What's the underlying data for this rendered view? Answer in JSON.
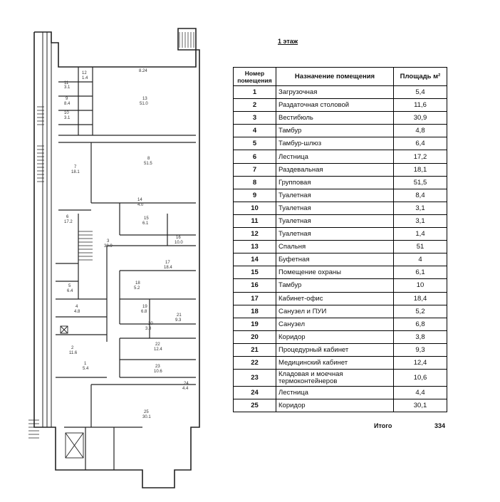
{
  "floor_title": "1 этаж",
  "table": {
    "headers": {
      "number": "Номер помещения",
      "purpose": "Назначение помещения",
      "area": "Площадь м²"
    },
    "rows": [
      {
        "num": "1",
        "name": "Загрузочная",
        "area": "5,4"
      },
      {
        "num": "2",
        "name": "Раздаточная столовой",
        "area": "11,6"
      },
      {
        "num": "3",
        "name": "Вестибюль",
        "area": "30,9"
      },
      {
        "num": "4",
        "name": "Тамбур",
        "area": "4,8"
      },
      {
        "num": "5",
        "name": "Тамбур-шлюз",
        "area": "6,4"
      },
      {
        "num": "6",
        "name": "Лестница",
        "area": "17,2"
      },
      {
        "num": "7",
        "name": "Раздевальная",
        "area": "18,1"
      },
      {
        "num": "8",
        "name": "Групповая",
        "area": "51,5"
      },
      {
        "num": "9",
        "name": "Туалетная",
        "area": "8,4"
      },
      {
        "num": "10",
        "name": "Туалетная",
        "area": "3,1"
      },
      {
        "num": "11",
        "name": "Туалетная",
        "area": "3,1"
      },
      {
        "num": "12",
        "name": "Туалетная",
        "area": "1,4"
      },
      {
        "num": "13",
        "name": "Спальня",
        "area": "51"
      },
      {
        "num": "14",
        "name": "Буфетная",
        "area": "4"
      },
      {
        "num": "15",
        "name": "Помещение охраны",
        "area": "6,1"
      },
      {
        "num": "16",
        "name": "Тамбур",
        "area": "10"
      },
      {
        "num": "17",
        "name": "Кабинет-офис",
        "area": "18,4"
      },
      {
        "num": "18",
        "name": "Санузел и ПУИ",
        "area": "5,2"
      },
      {
        "num": "19",
        "name": "Санузел",
        "area": "6,8"
      },
      {
        "num": "20",
        "name": "Коридор",
        "area": "3,8"
      },
      {
        "num": "21",
        "name": "Процедурный кабинет",
        "area": "9,3"
      },
      {
        "num": "22",
        "name": "Медицинский кабинет",
        "area": "12,4"
      },
      {
        "num": "23",
        "name": "Кладовая и моечная термоконтейнеров",
        "area": "10,6"
      },
      {
        "num": "24",
        "name": "Лестница",
        "area": "4,4"
      },
      {
        "num": "25",
        "name": "Коридор",
        "area": "30,1"
      }
    ]
  },
  "total": {
    "label": "Итого",
    "value": "334"
  },
  "plan": {
    "labels": [
      "8.24",
      "12",
      "1.4",
      "11",
      "3.1",
      "13",
      "51.0",
      "10",
      "3.1",
      "9",
      "8.4",
      "7",
      "18.1",
      "8",
      "51.5",
      "14",
      "4.0",
      "15",
      "6.1",
      "16",
      "10.0",
      "6",
      "17.2",
      "3",
      "30.9",
      "17",
      "18.4",
      "18",
      "5.2",
      "19",
      "6.8",
      "20",
      "3.8",
      "21",
      "9.3",
      "5",
      "6.4",
      "4",
      "4.8",
      "2",
      "11.6",
      "1",
      "5.4",
      "22",
      "12.4",
      "23",
      "10.6",
      "24",
      "4.4",
      "25",
      "30.1"
    ]
  }
}
